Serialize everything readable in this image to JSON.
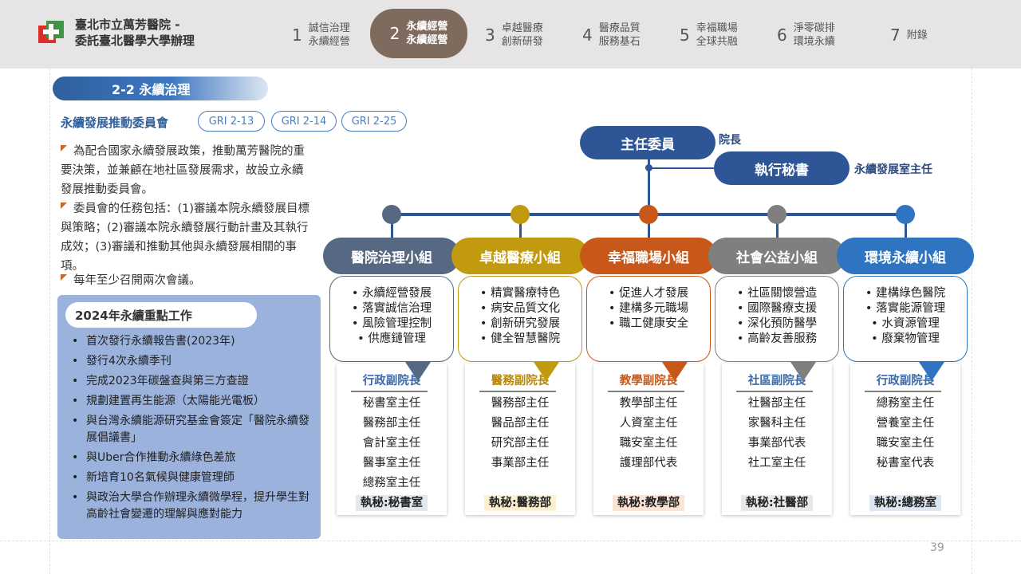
{
  "header": {
    "hospital_name_line1": "臺北市立萬芳醫院 -",
    "hospital_name_line2": "委託臺北醫學大學辦理",
    "nav": [
      {
        "num": "1",
        "label": "誠信治理\n永續經營"
      },
      {
        "num": "2",
        "label": "永續經營\n永續經營"
      },
      {
        "num": "3",
        "label": "卓越醫療\n創新研發"
      },
      {
        "num": "4",
        "label": "醫療品質\n服務基石"
      },
      {
        "num": "5",
        "label": "幸福職場\n全球共融"
      },
      {
        "num": "6",
        "label": "淨零碳排\n環境永續"
      },
      {
        "num": "7",
        "label": "附錄"
      }
    ]
  },
  "section": {
    "title": "2-2 永續治理",
    "committee_title": "永續發展推動委員會",
    "gri": [
      "GRI 2-13",
      "GRI 2-14",
      "GRI 2-25"
    ],
    "paragraphs": [
      "為配合國家永續發展政策，推動萬芳醫院的重要決策，並兼顧在地社區發展需求，故設立永續發展推動委員會。",
      "委員會的任務包括：(1)審議本院永續發展目標與策略；(2)審議本院永續發展行動計畫及其執行成效；(3)審議和推動其他與永續發展相關的事項。",
      "每年至少召開兩次會議。"
    ]
  },
  "work2024": {
    "title": "2024年永續重點工作",
    "items": [
      "首次發行永續報告書(2023年)",
      "發行4次永續季刊",
      "完成2023年碳盤查與第三方查證",
      "規劃建置再生能源（太陽能光電板）",
      "與台灣永續能源研究基金會簽定「醫院永續發展倡議書」",
      "與Uber合作推動永續綠色差旅",
      "新培育10名氣候與健康管理師",
      "與政治大學合作辦理永續微學程，提升學生對高齡社會變遷的理解與應對能力"
    ]
  },
  "org": {
    "chair": "主任委員",
    "chair_role": "院長",
    "secretary": "執行秘書",
    "secretary_role": "永續發展室主任",
    "groups": [
      {
        "name": "醫院治理小組",
        "color": "#566882",
        "tasks": [
          "永續經營發展",
          "落實誠信治理",
          "風險管理控制",
          "供應鏈管理"
        ],
        "vp": "行政副院長",
        "vp_color": "#3b6aa8",
        "members": [
          "秘書室主任",
          "醫務部主任",
          "會計室主任",
          "醫事室主任",
          "總務室主任"
        ],
        "exec": "執秘:秘書室",
        "exec_bg": "#e3e7ee"
      },
      {
        "name": "卓越醫療小組",
        "color": "#c29a10",
        "tasks": [
          "精實醫療特色",
          "病安品質文化",
          "創新研究發展",
          "健全智慧醫院"
        ],
        "vp": "醫務副院長",
        "vp_color": "#b8870a",
        "members": [
          "醫務部主任",
          "醫品部主任",
          "研究部主任",
          "事業部主任"
        ],
        "exec": "執秘:醫務部",
        "exec_bg": "#fbefcf"
      },
      {
        "name": "幸福職場小組",
        "color": "#c8581a",
        "tasks": [
          "促進人才發展",
          "建構多元職場",
          "職工健康安全"
        ],
        "vp": "教學副院長",
        "vp_color": "#c8581a",
        "members": [
          "教學部主任",
          "人資室主任",
          "職安室主任",
          "護理部代表"
        ],
        "exec": "執秘:教學部",
        "exec_bg": "#fbe3d5"
      },
      {
        "name": "社會公益小組",
        "color": "#7f7f7f",
        "tasks": [
          "社區關懷營造",
          "國際醫療支援",
          "深化預防醫學",
          "高齡友善服務"
        ],
        "vp": "社區副院長",
        "vp_color": "#3b6aa8",
        "members": [
          "社醫部主任",
          "家醫科主任",
          "事業部代表",
          "社工室主任"
        ],
        "exec": "執秘:社醫部",
        "exec_bg": "#e8e8e8"
      },
      {
        "name": "環境永續小組",
        "color": "#2e74c0",
        "tasks": [
          "建構綠色醫院",
          "落實能源管理",
          "水資源管理",
          "廢棄物管理"
        ],
        "vp": "行政副院長",
        "vp_color": "#3b6aa8",
        "members": [
          "總務室主任",
          "營養室主任",
          "職安室主任",
          "秘書室代表"
        ],
        "exec": "執秘:總務室",
        "exec_bg": "#dde7f3"
      }
    ]
  },
  "page_number": "39",
  "colors": {
    "navy": "#2e5596",
    "brown": "#7f6a5e",
    "panel": "#9bb2dd"
  },
  "icons": {
    "logo": "hospital-cross-logo"
  }
}
